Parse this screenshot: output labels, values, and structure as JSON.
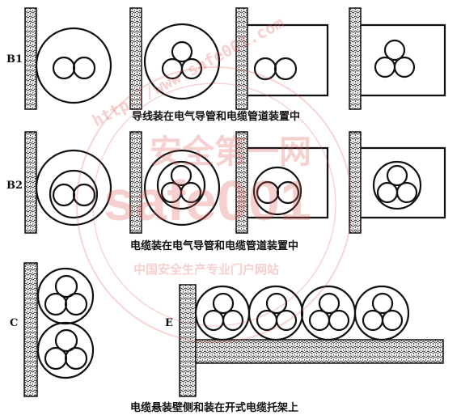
{
  "labels": {
    "b1": "B1",
    "b2": "B2",
    "c": "C",
    "e": "E"
  },
  "captions": {
    "row1": "导线装在电气导管和电缆管道装置中",
    "row2": "电缆装在电气导管和电缆管道装置中",
    "row3": "电缆悬装壁侧和装在开式电缆托架上"
  },
  "watermark": {
    "center": "安全第一网",
    "big": "safe001",
    "sub": "中国安全生产专业门户网站",
    "url": "http://www.safe001.com"
  },
  "colors": {
    "stroke": "#111111",
    "watermark": "#e05555"
  }
}
